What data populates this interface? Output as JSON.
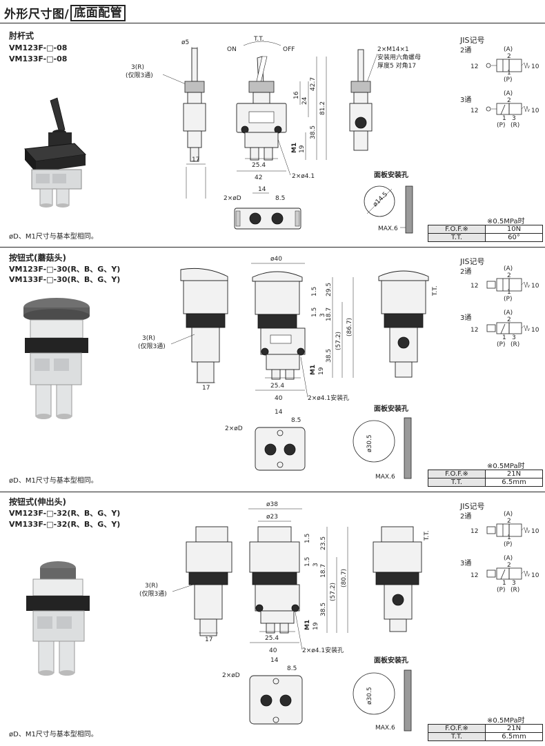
{
  "header": {
    "title_plain": "外形尺寸图/",
    "title_boxed": "底面配管"
  },
  "sections": [
    {
      "title": "肘杆式",
      "models": [
        "VM123F-□-08",
        "VM133F-□-08"
      ],
      "footnote": "øD、M1尺寸与基本型相同。",
      "dims": {
        "d5": "ø5",
        "tt": "T.T.",
        "on": "ON",
        "off": "OFF",
        "m14": "2×M14×1",
        "nut1": "安装用六角螺母",
        "nut2": "厚度5  对角17",
        "r3": "3(R)",
        "r3note": "(仅限3通)",
        "v42_7": "42.7",
        "v16": "16",
        "v24": "24",
        "v81_2": "81.2",
        "v38_5": "38.5",
        "m1": "M1",
        "v19": "19",
        "v17": "17",
        "v25_4": "25.4",
        "v42": "42",
        "hole": "2×ø4.1",
        "v14": "14",
        "v8_5": "8.5",
        "d2": "2×øD",
        "d14_5": "ø14.5",
        "max6": "MAX.6",
        "panel": "面板安装孔"
      },
      "spec": {
        "note": "※0.5MPa时",
        "rows": [
          {
            "k": "F.O.F.※",
            "v": "10N"
          },
          {
            "k": "T.T.",
            "v": "60°"
          }
        ]
      }
    },
    {
      "title": "按钮式(蘑菇头)",
      "models": [
        "VM123F-□-30(R、B、G、Y)",
        "VM133F-□-30(R、B、G、Y)"
      ],
      "footnote": "øD、M1尺寸与基本型相同。",
      "dims": {
        "d40": "ø40",
        "tt": "T.T.",
        "v1_5a": "1.5",
        "v1_5b": "1.5",
        "v3": "3",
        "v29_5": "29.5",
        "v18_7": "18.7",
        "v57_2": "(57.2)",
        "v86_7": "(86.7)",
        "v38_5": "38.5",
        "m1": "M1",
        "v19": "19",
        "r3": "3(R)",
        "r3note": "(仅限3通)",
        "v17": "17",
        "v25_4": "25.4",
        "v40": "40",
        "hole": "2×ø4.1安装孔",
        "v14": "14",
        "v8_5": "8.5",
        "d2": "2×øD",
        "d30_5": "ø30.5",
        "max6": "MAX.6",
        "panel": "面板安装孔"
      },
      "spec": {
        "note": "※0.5MPa时",
        "rows": [
          {
            "k": "F.O.F.※",
            "v": "21N"
          },
          {
            "k": "T.T.",
            "v": "6.5mm"
          }
        ]
      }
    },
    {
      "title": "按钮式(伸出头)",
      "models": [
        "VM123F-□-32(R、B、G、Y)",
        "VM133F-□-32(R、B、G、Y)"
      ],
      "footnote": "øD、M1尺寸与基本型相同。",
      "dims": {
        "d38": "ø38",
        "d23": "ø23",
        "tt": "T.T.",
        "v1_5a": "1.5",
        "v1_5b": "1.5",
        "v3": "3",
        "v23_5": "23.5",
        "v18_7": "18.7",
        "v57_2": "(57.2)",
        "v80_7": "(80.7)",
        "v38_5": "38.5",
        "m1": "M1",
        "v19": "19",
        "r3": "3(R)",
        "r3note": "(仅限3通)",
        "v17": "17",
        "v25_4": "25.4",
        "v40": "40",
        "hole": "2×ø4.1安装孔",
        "v14": "14",
        "v8_5": "8.5",
        "d2": "2×øD",
        "d30_5": "ø30.5",
        "max6": "MAX.6",
        "panel": "面板安装孔"
      },
      "spec": {
        "note": "※0.5MPa时",
        "rows": [
          {
            "k": "F.O.F.※",
            "v": "21N"
          },
          {
            "k": "T.T.",
            "v": "6.5mm"
          }
        ]
      }
    }
  ],
  "jis": {
    "title": "JIS记号",
    "two_way": "2通",
    "three_way": "3通",
    "pA": "(A)",
    "pP": "(P)",
    "pR": "(R)",
    "n2": "2",
    "n1": "1",
    "n3": "3",
    "n12": "12",
    "n10": "10"
  }
}
